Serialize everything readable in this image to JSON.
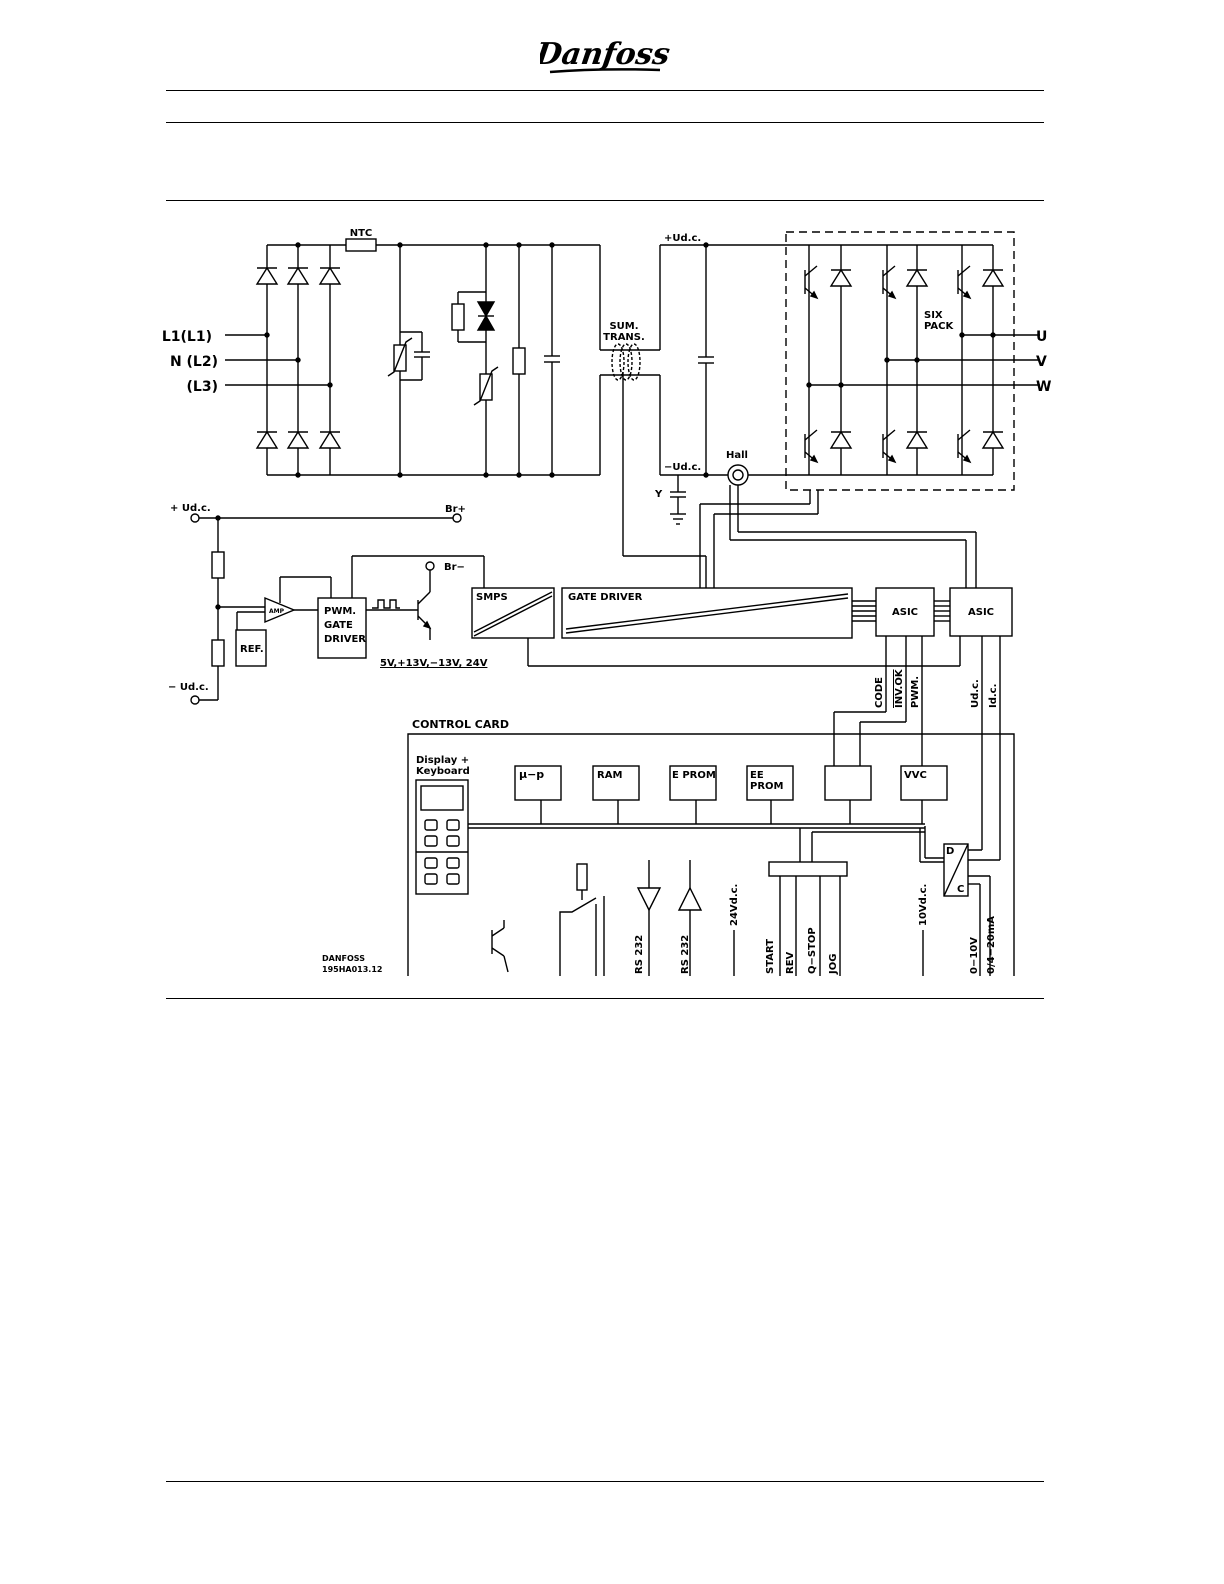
{
  "header": {
    "logo_text": "Danfoss"
  },
  "diagram": {
    "labels": {
      "ntc": "NTC",
      "l1": "L1(L1)",
      "n_l2": "N (L2)",
      "l3": "(L3)",
      "plus_udc": "+Ud.c.",
      "minus_udc": "−Ud.c.",
      "sum": "SUM.",
      "trans": "TRANS.",
      "six": "SIX",
      "pack": "PACK",
      "u": "U",
      "v": "V",
      "w": "W",
      "hall": "Hall",
      "y": "Y",
      "plus_udc_brake": "+ Ud.c.",
      "minus_udc_brake": "− Ud.c.",
      "br_plus": "Br+",
      "br_minus": "Br−",
      "amp": "AMP",
      "ref": "REF.",
      "pwm1": "PWM.",
      "pwm2": "GATE",
      "pwm3": "DRIVER",
      "smps": "SMPS",
      "gate_driver": "GATE  DRIVER",
      "asic1": "ASIC",
      "asic2": "ASIC",
      "voltages": "5V,+13V,−13V, 24V",
      "code": "CODE",
      "inv_ok": "INV.OK",
      "pwm_sig": "PWM.",
      "udc_sig": "Ud.c.",
      "idc_sig": "Id.c.",
      "control_card": "CONTROL CARD",
      "display1": "Display  +",
      "display2": "Keyboard",
      "up": "μ−p",
      "ram": "RAM",
      "eprom": "E PROM",
      "eeprom1": "EE",
      "eeprom2": "PROM",
      "vvc": "VVC",
      "d": "D",
      "c": "C",
      "rs232a": "RS  232",
      "rs232b": "RS  232",
      "v24": "24Vd.c.",
      "start": "START",
      "rev": "REV",
      "qstop": "Q−STOP",
      "jog": "JOG",
      "v10": "10Vd.c.",
      "v010": "0−10V",
      "ma": "0/4−20mA",
      "danfoss": "DANFOSS",
      "docref": "195HA013.12"
    }
  }
}
